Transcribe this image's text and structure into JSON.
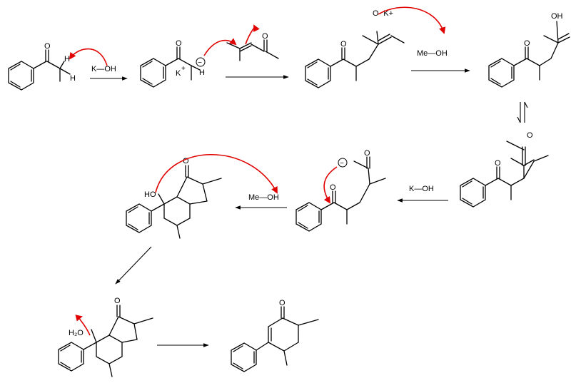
{
  "labels": {
    "o": "O",
    "h": "H",
    "k_plus": "K",
    "plus_sign": "+",
    "minus_sign": "−",
    "o_minus_k_plus": "O- K+",
    "oh": "OH",
    "ho": "HO",
    "h2o": "H₂O",
    "reagent_koh": "K—OH",
    "reagent_meoh": "Me—OH"
  },
  "colors": {
    "bond": "#000000",
    "electron_arrow": "#e00000",
    "background": "#ffffff"
  }
}
